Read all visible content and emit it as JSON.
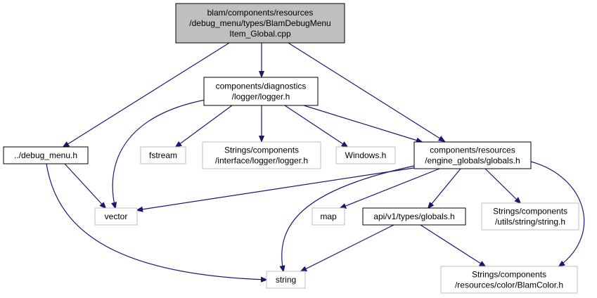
{
  "colors": {
    "edge": "#191970",
    "root_fill": "#bfbfbf",
    "node_fill": "#ffffff",
    "node_border": "#000000",
    "external_border": "#bfbfbf"
  },
  "nodes": [
    {
      "id": "root",
      "lines": [
        "blam/components/resources",
        "/debug_menu/types/BlamDebugMenu",
        "Item_Global.cpp"
      ],
      "kind": "root"
    },
    {
      "id": "logger",
      "lines": [
        "components/diagnostics",
        "/logger/logger.h"
      ],
      "kind": "internal"
    },
    {
      "id": "debug_menu",
      "lines": [
        "../debug_menu.h"
      ],
      "kind": "internal"
    },
    {
      "id": "fstream",
      "lines": [
        "fstream"
      ],
      "kind": "external"
    },
    {
      "id": "strings_logger",
      "lines": [
        "Strings/components",
        "/interface/logger/logger.h"
      ],
      "kind": "external"
    },
    {
      "id": "windows",
      "lines": [
        "Windows.h"
      ],
      "kind": "external"
    },
    {
      "id": "globals",
      "lines": [
        "components/resources",
        "/engine_globals/globals.h"
      ],
      "kind": "internal"
    },
    {
      "id": "vector",
      "lines": [
        "vector"
      ],
      "kind": "external"
    },
    {
      "id": "map",
      "lines": [
        "map"
      ],
      "kind": "external"
    },
    {
      "id": "api_globals",
      "lines": [
        "api/v1/types/globals.h"
      ],
      "kind": "internal"
    },
    {
      "id": "strings_string",
      "lines": [
        "Strings/components",
        "/utils/string/string.h"
      ],
      "kind": "external"
    },
    {
      "id": "string",
      "lines": [
        "string"
      ],
      "kind": "external"
    },
    {
      "id": "blamcolor",
      "lines": [
        "Strings/components",
        "/resources/color/BlamColor.h"
      ],
      "kind": "external"
    }
  ],
  "edges": [
    {
      "from": "root",
      "to": "logger"
    },
    {
      "from": "root",
      "to": "debug_menu"
    },
    {
      "from": "root",
      "to": "globals"
    },
    {
      "from": "logger",
      "to": "vector"
    },
    {
      "from": "logger",
      "to": "fstream"
    },
    {
      "from": "logger",
      "to": "strings_logger"
    },
    {
      "from": "logger",
      "to": "windows"
    },
    {
      "from": "logger",
      "to": "globals"
    },
    {
      "from": "debug_menu",
      "to": "vector"
    },
    {
      "from": "debug_menu",
      "to": "string"
    },
    {
      "from": "globals",
      "to": "vector"
    },
    {
      "from": "globals",
      "to": "map"
    },
    {
      "from": "globals",
      "to": "string"
    },
    {
      "from": "globals",
      "to": "api_globals"
    },
    {
      "from": "globals",
      "to": "strings_string"
    },
    {
      "from": "globals",
      "to": "blamcolor"
    },
    {
      "from": "api_globals",
      "to": "string"
    },
    {
      "from": "api_globals",
      "to": "blamcolor"
    }
  ]
}
